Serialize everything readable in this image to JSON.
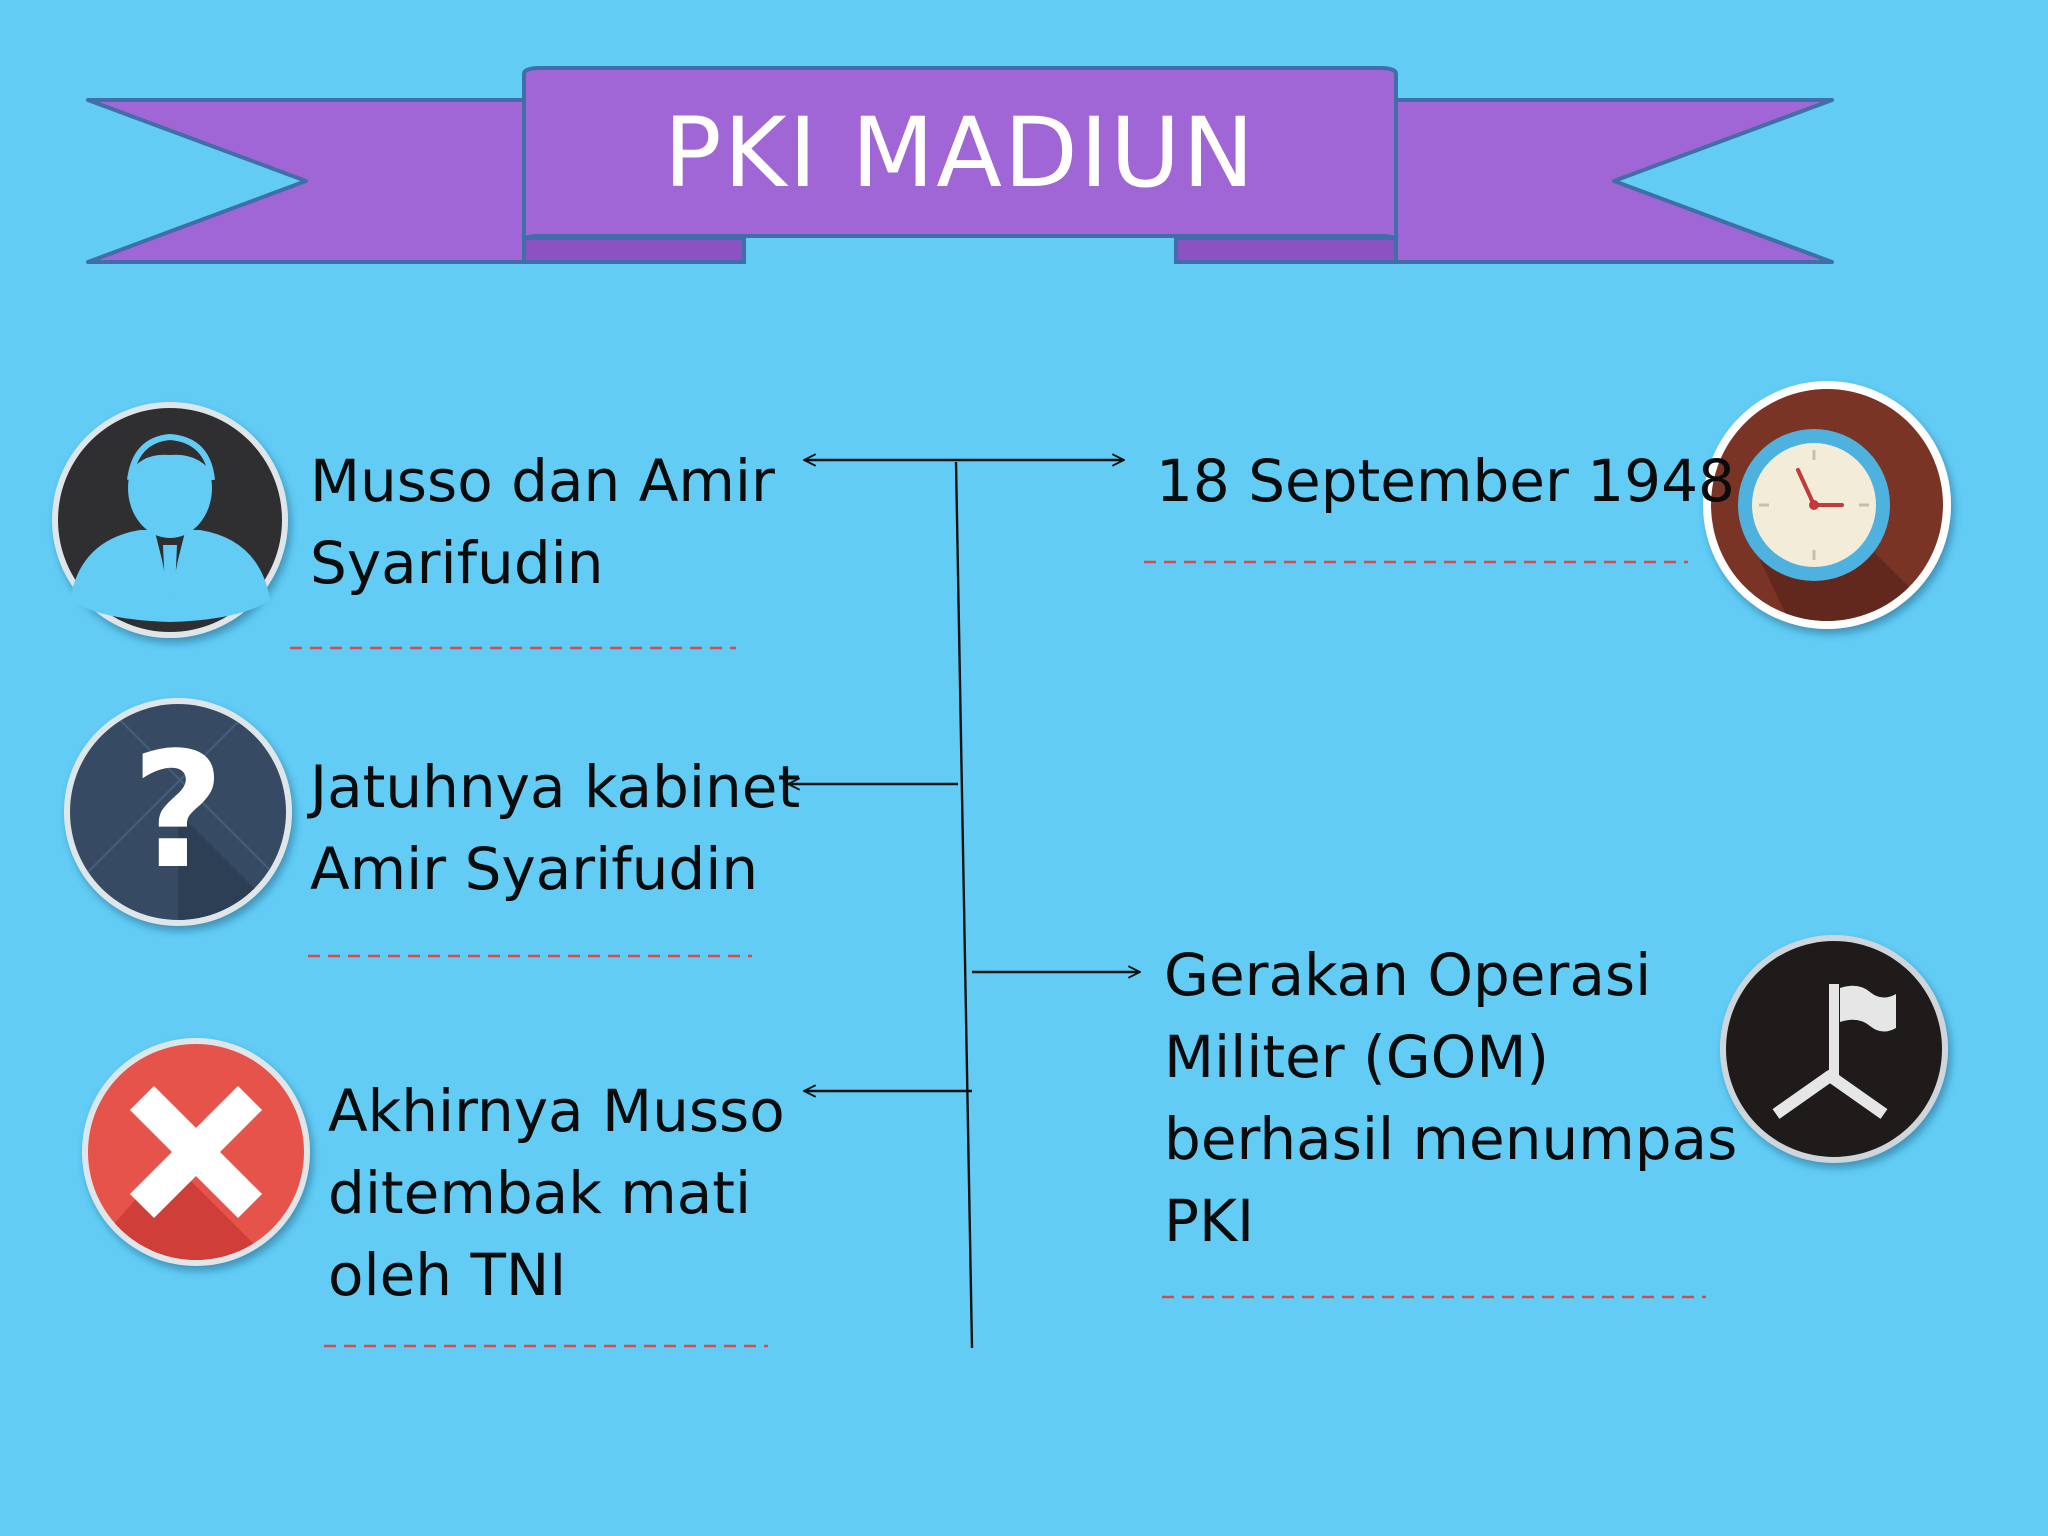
{
  "title": "PKI MADIUN",
  "colors": {
    "background": "#62ccf5",
    "banner": "#a166d6",
    "banner_outline": "#3f6fa6",
    "dash": "#d94a4a",
    "arrow": "#111111"
  },
  "nodes": [
    {
      "id": "who",
      "text": "Musso dan Amir\nSyarifudin",
      "icon": "person-icon"
    },
    {
      "id": "when",
      "text": "18 September 1948",
      "icon": "clock-icon"
    },
    {
      "id": "why",
      "text": "Jatuhnya kabinet\nAmir Syarifudin",
      "icon": "question-mark-icon"
    },
    {
      "id": "how",
      "text": "Gerakan Operasi\nMiliter (GOM)\nberhasil menumpas\nPKI",
      "icon": "flag-icon"
    },
    {
      "id": "end",
      "text": "Akhirnya Musso\nditembak mati\noleh TNI",
      "icon": "cross-icon"
    }
  ]
}
